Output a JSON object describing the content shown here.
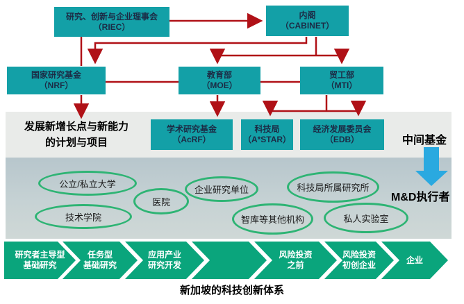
{
  "diagram": {
    "boxes": {
      "riec": {
        "line1": "研究、创新与企业理事会",
        "line2": "（RIEC）"
      },
      "cabinet": {
        "line1": "内阁",
        "line2": "（CABINET）"
      },
      "nrf": {
        "line1": "国家研究基金",
        "line2": "（NRF）"
      },
      "moe": {
        "line1": "教育部",
        "line2": "（MOE）"
      },
      "mti": {
        "line1": "贸工部",
        "line2": "（MTI）"
      },
      "acrf": {
        "line1": "学术研究基金",
        "line2": "（AcRF）"
      },
      "astar": {
        "line1": "科技局",
        "line2": "（A*STAR）"
      },
      "edb": {
        "line1": "经济发展委员会",
        "line2": "（EDB）"
      }
    },
    "left_label": {
      "line1": "发展新增长点与新能力",
      "line2": "的计划与项目"
    },
    "middle_fund_label": "中间基金",
    "md_executor_label": "M&D执行者",
    "ellipses": [
      {
        "label": "公立/私立大学"
      },
      {
        "label": "技术学院"
      },
      {
        "label": "医院"
      },
      {
        "label": "企业研究单位"
      },
      {
        "label": "科技局所属研究所"
      },
      {
        "label": "智库等其他机构"
      },
      {
        "label": "私人实验室"
      }
    ],
    "chevrons": [
      {
        "line1": "研究者主导型",
        "line2": "基础研究"
      },
      {
        "line1": "任务型",
        "line2": "基础研究"
      },
      {
        "line1": "应用产业",
        "line2": "研究开发"
      },
      {
        "line1": "",
        "line2": ""
      },
      {
        "line1": "风险投资",
        "line2": "之前"
      },
      {
        "line1": "风险投资",
        "line2": "初创企业"
      },
      {
        "line1": "企业",
        "line2": ""
      }
    ],
    "caption": "新加坡的科技创新体系",
    "colors": {
      "box_teal": "#13a0a7",
      "arrow_red": "#b01117",
      "chevron_green": "#0aa57c",
      "ellipse_green": "#2eb474",
      "blue_arrow": "#2aa9e0",
      "upper_band": "#e9ebe9",
      "lower_band": "#c2ced2"
    }
  }
}
